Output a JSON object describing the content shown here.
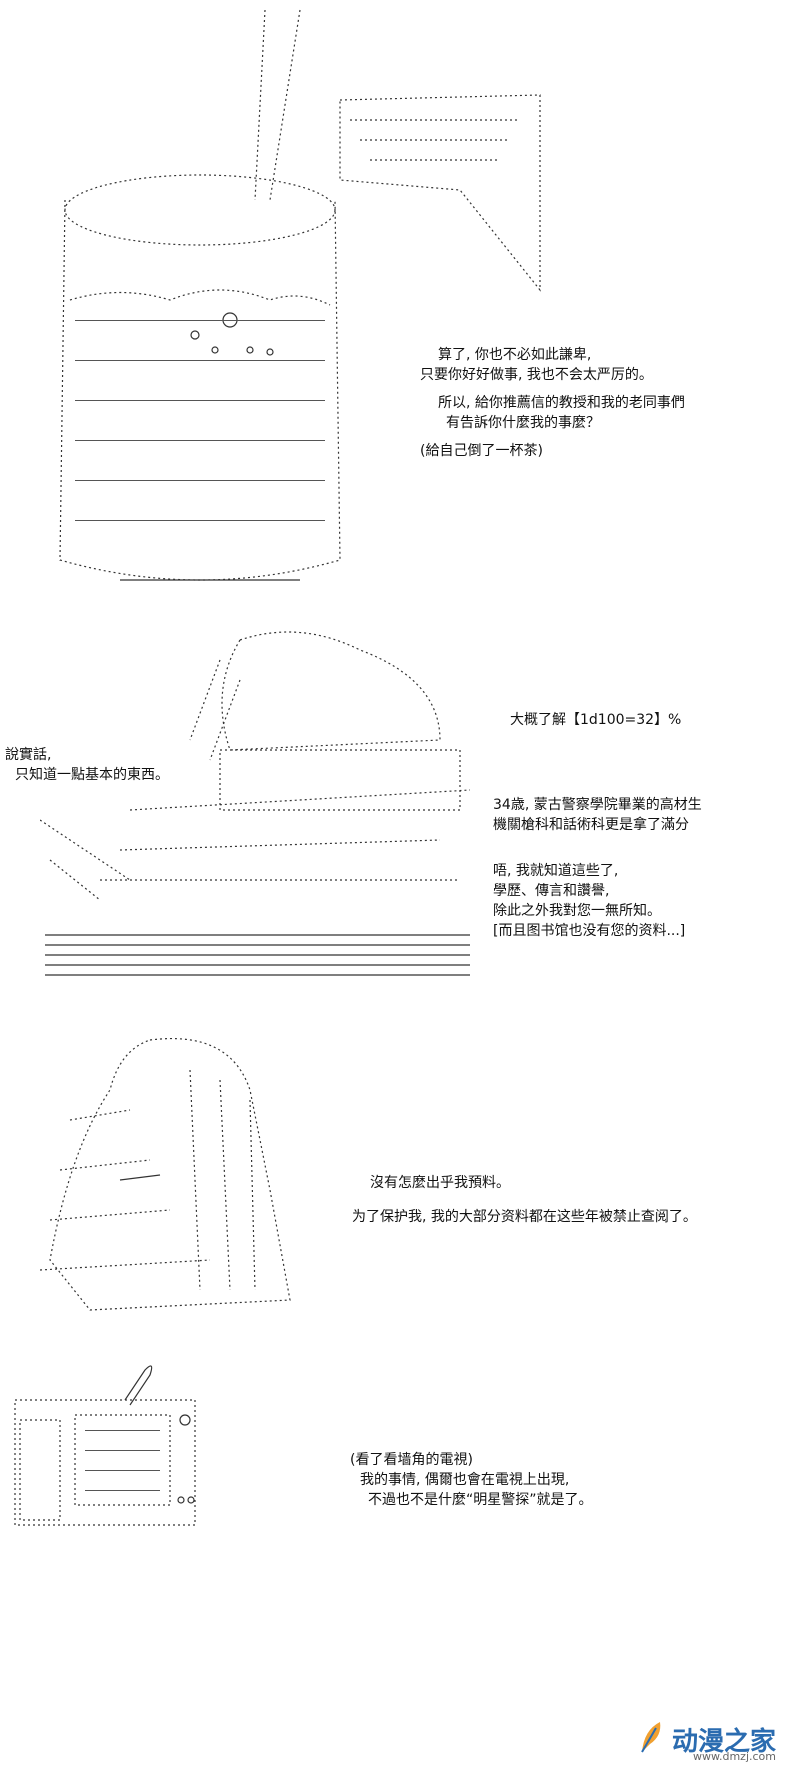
{
  "panel1": {
    "lines": [
      "算了, 你也不必如此謙卑,",
      "只要你好好做事, 我也不会太严厉的。",
      "所以, 給你推薦信的教授和我的老同事們",
      "有告訴你什麼我的事麼？",
      "(給自己倒了一杯茶)"
    ]
  },
  "panel2": {
    "left_lines": [
      "說實話,",
      "只知道一點基本的東西。"
    ],
    "right_top": "大概了解【1d100=32】%",
    "right_lines": [
      "34歳, 蒙古警察學院畢業的高材生",
      "機關槍科和話術科更是拿了滿分",
      "唔, 我就知道這些了,",
      "學歷、傳言和讚譽,",
      "除此之外我對您一無所知。",
      "[而且图书馆也没有您的资料...]"
    ]
  },
  "panel3": {
    "lines": [
      "沒有怎麼出乎我預料。",
      "为了保护我, 我的大部分资料都在这些年被禁止查阅了。"
    ]
  },
  "panel4": {
    "lines": [
      "(看了看墙角的電視)",
      "我的事情, 偶爾也會在電視上出現,",
      "不過也不是什麼“明星警探”就是了。"
    ]
  },
  "footer": {
    "brand": "动漫之家",
    "url": "www.dmzj.com",
    "logo_icon": "feather-logo-icon"
  }
}
